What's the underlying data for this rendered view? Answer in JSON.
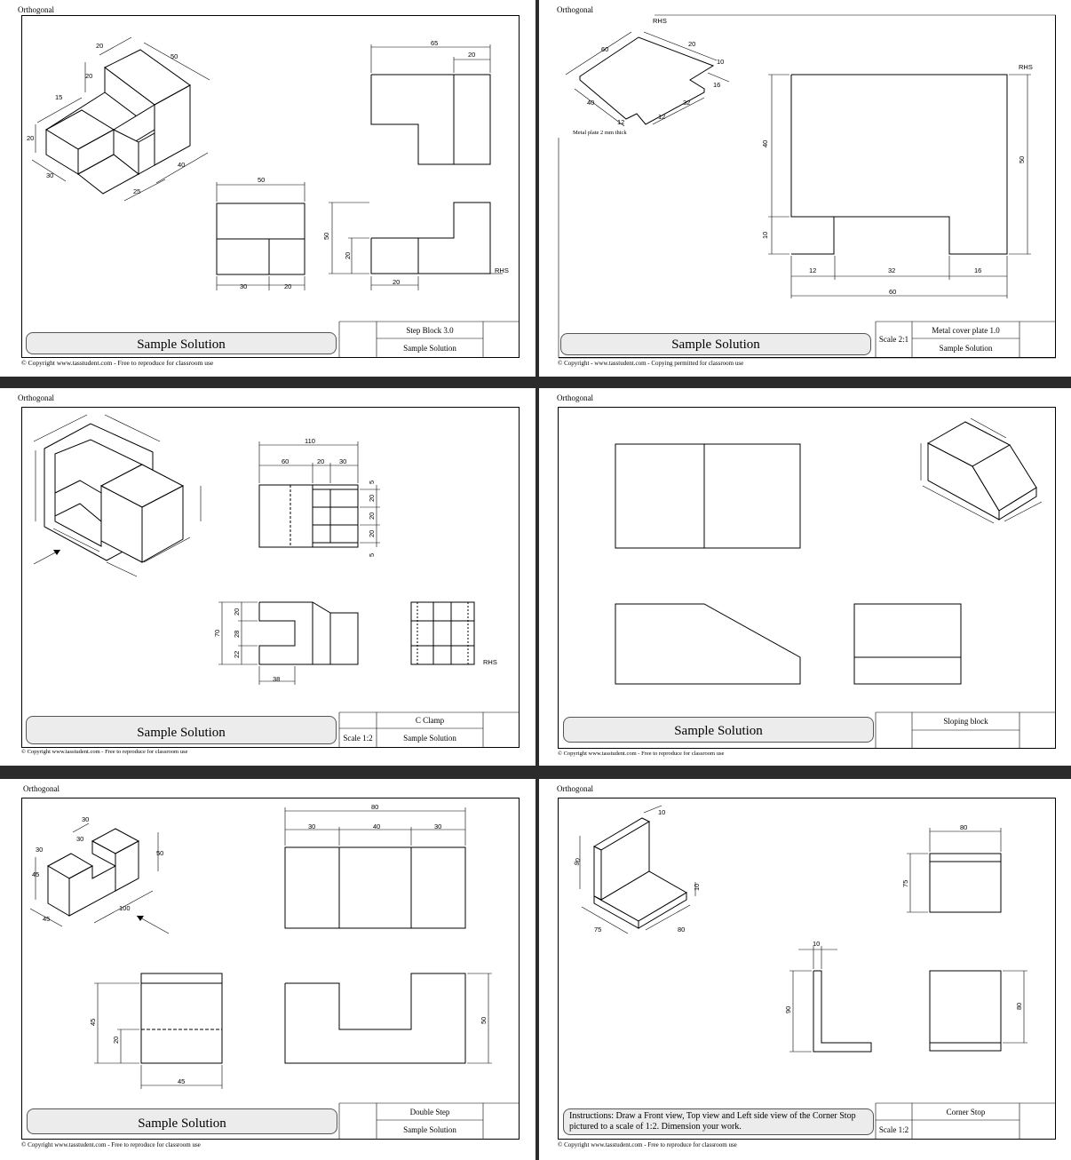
{
  "sheets": [
    {
      "header": "Orthogonal",
      "banner": "Sample Solution",
      "title": "Step Block 3.0",
      "subtitle": "Sample Solution",
      "scale": "",
      "copyright": "© Copyright www.tasstudent.com - Free to reproduce for classroom use",
      "dims": {
        "d65": "65",
        "d20a": "20",
        "d50": "50",
        "d30": "30",
        "d20b": "20",
        "d50v": "50",
        "d20v": "20",
        "d20c": "20",
        "rhs": "RHS",
        "iso20a": "20",
        "iso20b": "20",
        "iso50": "50",
        "iso15": "15",
        "iso20c": "20",
        "iso30": "30",
        "iso25": "25",
        "iso40": "40"
      }
    },
    {
      "header": "Orthogonal",
      "banner": "Sample Solution",
      "title": "Metal cover plate 1.0",
      "subtitle": "Sample Solution",
      "scale": "Scale 2:1",
      "copyright": "© Copyright - www.tasstudent.com - Copying permitted for classroom use",
      "note": "Metal plate 2 mm thick",
      "dims": {
        "rhs_iso": "RHS",
        "rhs": "RHS",
        "d40": "40",
        "d10": "10",
        "d50": "50",
        "d12": "12",
        "d32": "32",
        "d16": "16",
        "d60": "60",
        "iso60": "60",
        "iso20": "20",
        "iso10": "10",
        "iso16": "16",
        "iso12": "12",
        "iso32": "32",
        "iso40": "40",
        "iso12b": "12"
      }
    },
    {
      "header": "Orthogonal",
      "banner": "Sample Solution",
      "title": "C Clamp",
      "subtitle": "Sample Solution",
      "scale": "Scale 1:2",
      "copyright": "© Copyright www.tasstudent.com - Free to reproduce for classroom use",
      "dims": {
        "d110": "110",
        "d60": "60",
        "d20": "20",
        "d30": "30",
        "v5a": "5",
        "v20a": "20",
        "v20b": "20",
        "v20c": "20",
        "v5b": "5",
        "v20": "20",
        "v28": "28",
        "v22": "22",
        "v70": "70",
        "d38": "38",
        "rhs": "RHS"
      }
    },
    {
      "header": "Orthogonal",
      "banner": "Sample Solution",
      "title": "Sloping block",
      "subtitle": "",
      "scale": "",
      "copyright": "© Copyright www.tasstudent.com - Free to reproduce for classroom use"
    },
    {
      "header": "Orthogonal",
      "banner": "Sample Solution",
      "title": "Double Step",
      "subtitle": "Sample Solution",
      "scale": "",
      "copyright": "© Copyright www.tasstudent.com - Free to reproduce for classroom use",
      "dims": {
        "d80": "80",
        "d30a": "30",
        "d40": "40",
        "d30b": "30",
        "v45": "45",
        "v20": "20",
        "d45": "45",
        "v50": "50",
        "iso30": "30",
        "iso45": "45",
        "iso30b": "30",
        "iso30c": "30",
        "iso50": "50",
        "iso45b": "45",
        "iso100": "100"
      }
    },
    {
      "header": "Orthogonal",
      "banner": "Instructions: Draw a Front view, Top view and Left side view of the Corner Stop pictured to a scale of 1:2. Dimension your work.",
      "title": "Corner Stop",
      "subtitle": "",
      "scale": "Scale 1:2",
      "copyright": "© Copyright www.tasstudent.com - Free to reproduce for classroom use",
      "dims": {
        "d80": "80",
        "v75": "75",
        "d10": "10",
        "v90": "90",
        "v80": "80",
        "iso10a": "10",
        "iso90": "90",
        "iso10b": "10",
        "iso75": "75",
        "iso80": "80"
      }
    }
  ]
}
